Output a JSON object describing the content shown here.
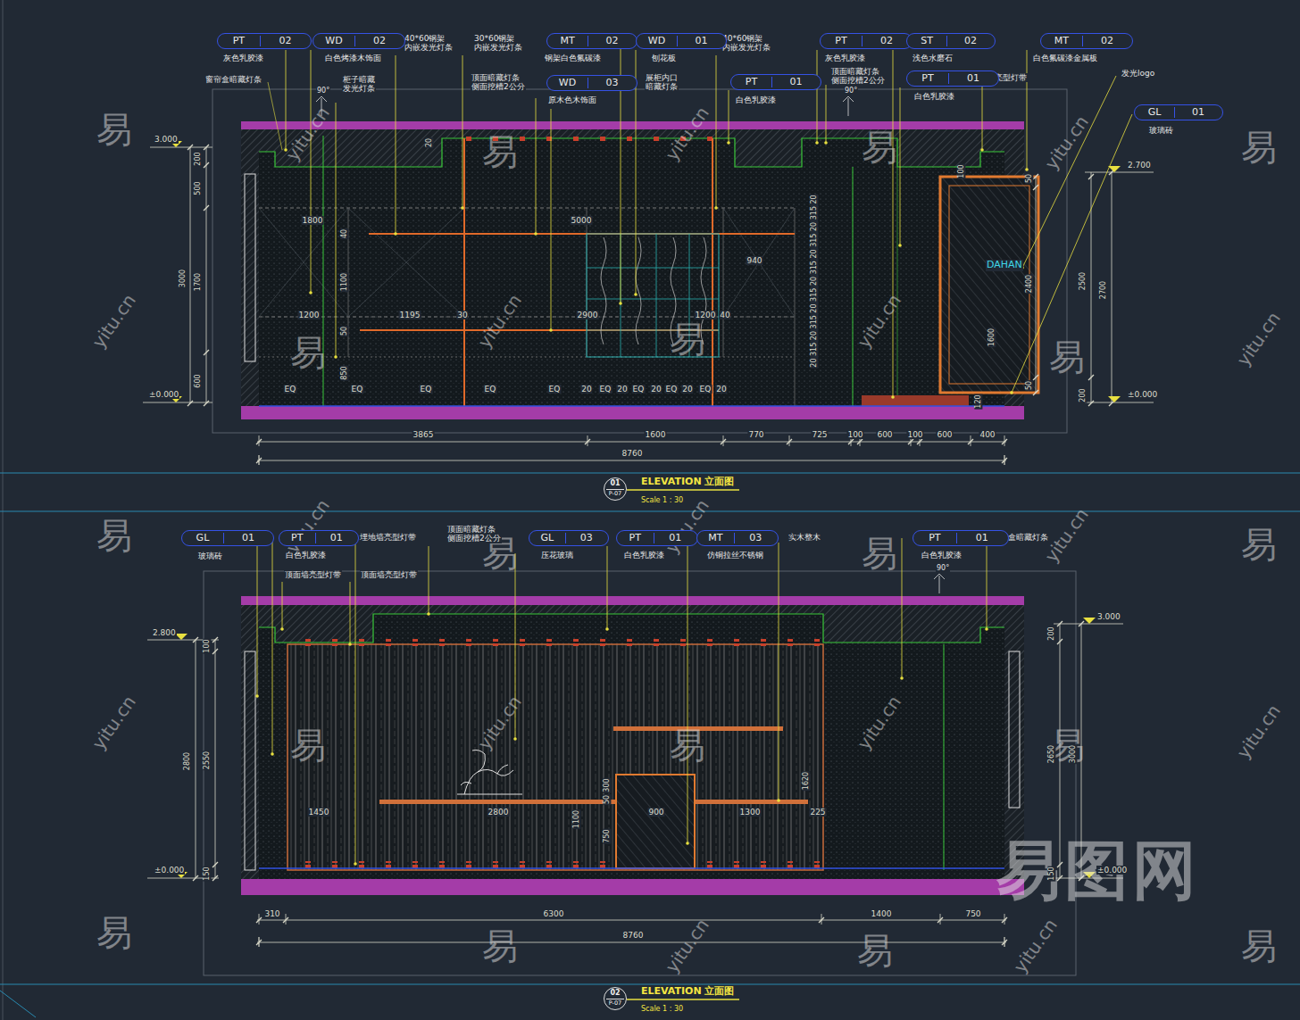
{
  "diagram": {
    "nodes": [
      {
        "text": [
          "PT",
          "02",
          "灰色乳胶漆"
        ]
      },
      {
        "text": [
          "WD",
          "02",
          "白色烤漆木饰面"
        ]
      },
      {
        "text": [
          "MT",
          "02",
          "钢架白色氟碳漆"
        ]
      },
      {
        "text": [
          "WD",
          "01",
          "刨花板"
        ]
      },
      {
        "text": [
          "PT",
          "02",
          "灰色乳胶漆"
        ]
      },
      {
        "text": [
          "ST",
          "02",
          "浅色水磨石"
        ]
      },
      {
        "text": [
          "MT",
          "02",
          "白色氟碳漆金属板"
        ]
      },
      {
        "text": [
          "WD",
          "03",
          "原木色木饰面"
        ]
      },
      {
        "text": [
          "PT",
          "01",
          "白色乳胶漆"
        ]
      },
      {
        "text": [
          "PT",
          "01",
          "白色乳胶漆"
        ]
      },
      {
        "text": [
          "GL",
          "01",
          "玻璃砖"
        ]
      },
      {
        "text": [
          "GL",
          "01",
          "玻璃砖"
        ]
      },
      {
        "text": [
          "PT",
          "01",
          "白色乳胶漆"
        ]
      },
      {
        "text": [
          "GL",
          "03",
          "压花玻璃"
        ]
      },
      {
        "text": [
          "PT",
          "01",
          "白色乳胶漆"
        ]
      },
      {
        "text": [
          "MT",
          "03",
          "仿铜拉丝不锈钢"
        ]
      },
      {
        "text": [
          "PT",
          "01",
          "白色乳胶漆"
        ]
      },
      {
        "text": [
          "01",
          "P-07"
        ]
      },
      {
        "text": [
          "02",
          "P-07"
        ]
      }
    ],
    "labels": [
      "窗帘盒暗藏灯条",
      "柜子暗藏 发光灯条",
      "40*60钢架 内嵌发光灯条",
      "30*60钢架 内嵌发光灯条",
      "顶面暗藏灯条 侧面挖槽2公分",
      "展柜内口 暗藏灯条",
      "40*60钢架 内嵌发光灯条",
      "顶面暗藏灯条 侧面挖槽2公分",
      "墙亮型灯带",
      "发光logo",
      "DAHAN",
      "90°",
      "90°",
      "3.000",
      "±0.000",
      "2.700",
      "±0.000",
      "200",
      "500",
      "3000",
      "1700",
      "600",
      "1800",
      "5000",
      "940",
      "40",
      "1100",
      "1200",
      "1195",
      "30",
      "2900",
      "1200",
      "40",
      "50",
      "850",
      "EQ",
      "EQ",
      "EQ",
      "EQ",
      "EQ",
      "20",
      "EQ",
      "20",
      "EQ",
      "20",
      "EQ",
      "20",
      "EQ",
      "20",
      "20 315 20 315 20 315 20 315 20 315 20 315 20",
      "20",
      "100",
      "50",
      "2400",
      "1600",
      "50",
      "120",
      "2500",
      "2700",
      "200",
      "3865",
      "1600",
      "770",
      "725",
      "100",
      "600",
      "100",
      "600",
      "400",
      "8760",
      "ELEVATION 立面图",
      "Scale 1 : 30",
      "埋地墙亮型灯带",
      "顶面暗藏灯条 侧面挖槽2公分",
      "实木整木",
      "窗帘盒暗藏灯条",
      "顶面墙亮型灯带",
      "顶面墙亮型灯带",
      "90°",
      "2.800",
      "±0.000",
      "3.000",
      "±0.000",
      "100",
      "2800",
      "2550",
      "150",
      "200",
      "2650",
      "3000",
      "150",
      "1450",
      "2800",
      "900",
      "1300",
      "225",
      "1620",
      "300",
      "50",
      "1100",
      "750",
      "310",
      "6300",
      "1400",
      "750",
      "8760",
      "ELEVATION 立面图",
      "Scale 1 : 30",
      "易",
      "易",
      "易",
      "易",
      "易",
      "易",
      "易",
      "易",
      "易",
      "易",
      "易",
      "易",
      "易",
      "易",
      "易",
      "易",
      "易",
      "易",
      "yitu.cn",
      "yitu.cn",
      "yitu.cn",
      "yitu.cn",
      "yitu.cn",
      "yitu.cn",
      "yitu.cn",
      "yitu.cn",
      "yitu.cn",
      "yitu.cn",
      "yitu.cn",
      "yitu.cn",
      "yitu.cn",
      "yitu.cn",
      "yitu.cn",
      "yitu.cn",
      "易图网"
    ]
  }
}
